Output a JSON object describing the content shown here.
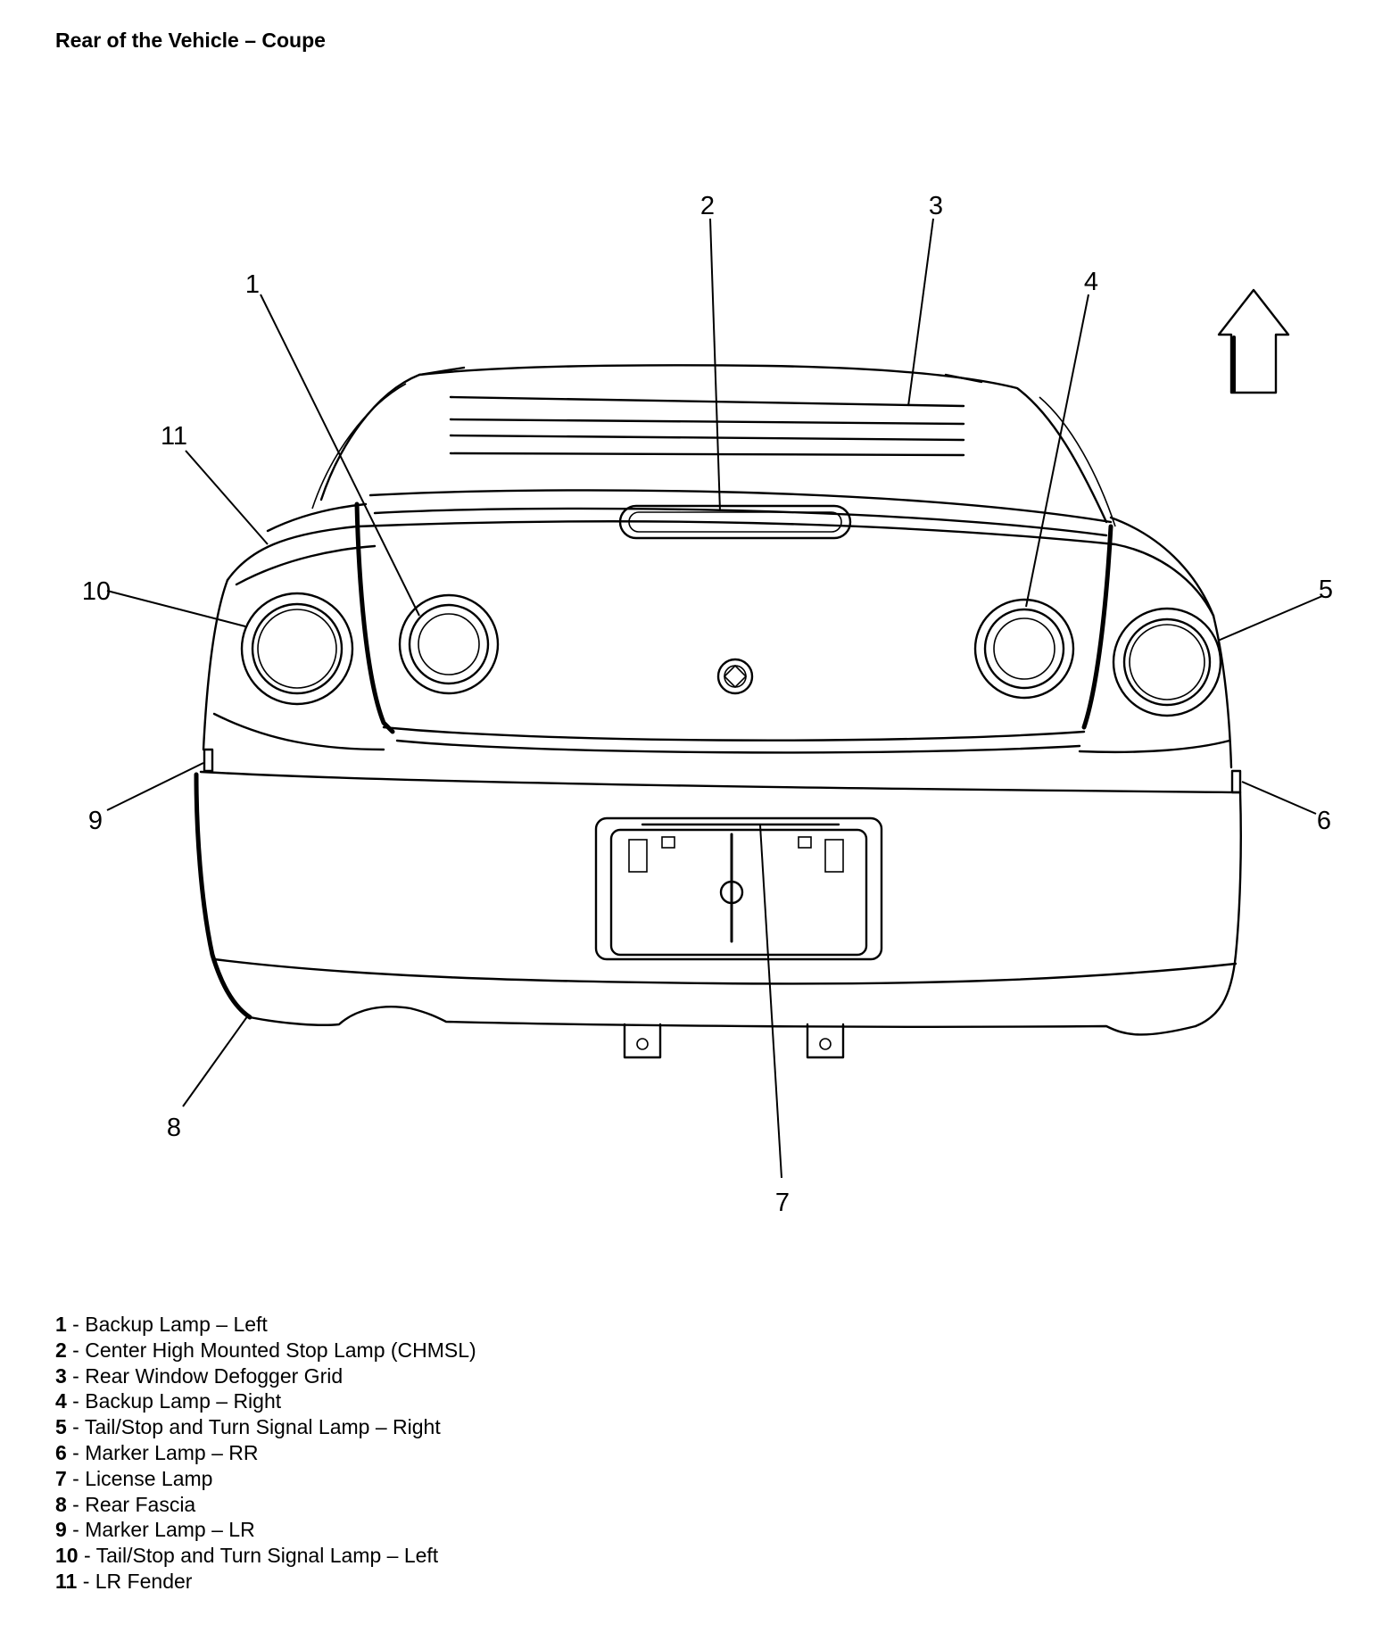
{
  "title": "Rear of the Vehicle – Coupe",
  "callouts": [
    "1",
    "2",
    "3",
    "4",
    "5",
    "6",
    "7",
    "8",
    "9",
    "10",
    "11"
  ],
  "legend": [
    {
      "num": "1",
      "text": " - Backup Lamp – Left"
    },
    {
      "num": "2",
      "text": " - Center High Mounted Stop Lamp (CHMSL)"
    },
    {
      "num": "3",
      "text": " - Rear Window Defogger Grid"
    },
    {
      "num": "4",
      "text": " - Backup Lamp – Right"
    },
    {
      "num": "5",
      "text": " - Tail/Stop and Turn Signal Lamp – Right"
    },
    {
      "num": "6",
      "text": " - Marker Lamp – RR"
    },
    {
      "num": "7",
      "text": " - License Lamp"
    },
    {
      "num": "8",
      "text": " - Rear Fascia"
    },
    {
      "num": "9",
      "text": " - Marker Lamp – LR"
    },
    {
      "num": "10",
      "text": " - Tail/Stop and Turn Signal Lamp – Left"
    },
    {
      "num": "11",
      "text": " - LR Fender"
    }
  ],
  "icons": {
    "direction_arrow": "forward-arrow-icon"
  }
}
